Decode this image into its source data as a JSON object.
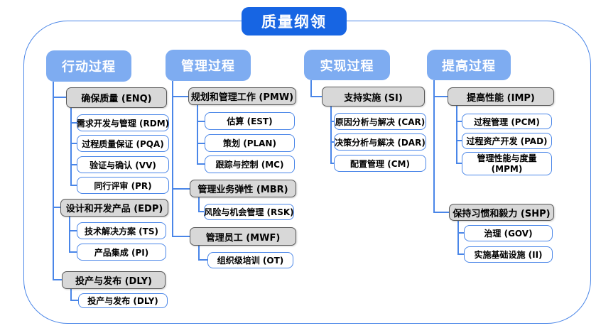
{
  "title": "质量纲领",
  "colors": {
    "title_bg": "#1765E3",
    "header_bg": "#7EACF1",
    "line": "#4A86E8",
    "gray_fill": "#D8D8D8",
    "gray_border": "#595959"
  },
  "columns": [
    {
      "label": "行动过程",
      "groups": [
        {
          "label": "确保质量 (ENQ)",
          "children": [
            "需求开发与管理 (RDM)",
            "过程质量保证 (PQA)",
            "验证与确认 (VV)",
            "同行评审 (PR)"
          ]
        },
        {
          "label": "设计和开发产品 (EDP)",
          "children": [
            "技术解决方案 (TS)",
            "产品集成 (PI)"
          ]
        },
        {
          "label": "投产与发布 (DLY)",
          "children": [
            "投产与发布 (DLY)"
          ]
        }
      ]
    },
    {
      "label": "管理过程",
      "groups": [
        {
          "label": "规划和管理工作 (PMW)",
          "children": [
            "估算 (EST)",
            "策划 (PLAN)",
            "跟踪与控制 (MC)"
          ]
        },
        {
          "label": "管理业务弹性 (MBR)",
          "children": [
            "风险与机会管理 (RSK)"
          ]
        },
        {
          "label": "管理员工 (MWF)",
          "children": [
            "组织级培训 (OT)"
          ]
        }
      ]
    },
    {
      "label": "实现过程",
      "groups": [
        {
          "label": "支持实施 (SI)",
          "children": [
            "原因分析与解决 (CAR)",
            "决策分析与解决 (DAR)",
            "配置管理 (CM)"
          ]
        }
      ]
    },
    {
      "label": "提高过程",
      "groups": [
        {
          "label": "提高性能 (IMP)",
          "children": [
            "过程管理 (PCM)",
            "过程资产开发 (PAD)",
            "管理性能与度量 (MPM)"
          ]
        },
        {
          "label": "保持习惯和毅力 (SHP)",
          "children": [
            "治理 (GOV)",
            "实施基础设施 (II)"
          ]
        }
      ]
    }
  ]
}
